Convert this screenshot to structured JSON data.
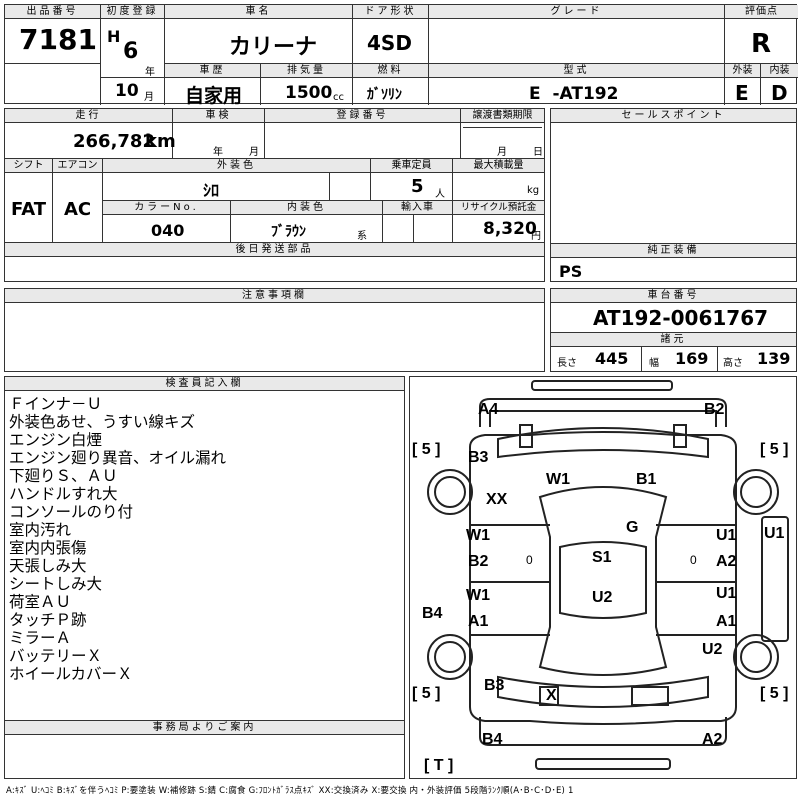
{
  "header": {
    "lot_label": "出品番号",
    "lot_value": "7181",
    "reg_label": "初度登録",
    "era": "H",
    "year": "6",
    "year_unit": "年",
    "month": "10",
    "month_unit": "月",
    "name_label": "車名",
    "name_value": "カリーナ",
    "door_label": "ドア形状",
    "door_value": "4SD",
    "grade_label": "グレード",
    "grade_value": "",
    "score_label": "評価点",
    "score_value": "R",
    "history_label": "車歴",
    "history_value": "自家用",
    "disp_label": "排気量",
    "disp_value": "1500",
    "disp_unit": "cc",
    "fuel_label": "燃料",
    "fuel_value": "ｶﾞｿﾘﾝ",
    "model_label": "型式",
    "model_value": "E  -AT192",
    "ext_label": "外装",
    "ext_value": "E",
    "int_label": "内装",
    "int_value": "D"
  },
  "row2": {
    "mileage_label": "走行",
    "mileage_value": "266,782",
    "mileage_unit": "km",
    "inspect_label": "車検",
    "inspect_year": "年",
    "inspect_month": "月",
    "regno_label": "登録番号",
    "regno_value": "",
    "transfer_label": "譲渡書類期限",
    "transfer_month": "月",
    "transfer_day": "日",
    "shift_label": "シフト",
    "shift_value": "FAT",
    "ac_label": "エアコン",
    "ac_value": "AC",
    "color_label": "外装色",
    "color_value": "ｼﾛ",
    "seats_label": "乗車定員",
    "seats_value": "5",
    "seats_unit": "人",
    "load_label": "最大積載量",
    "load_unit": "kg",
    "colorno_label": "カラーNo.",
    "colorno_value": "040",
    "intcolor_label": "内装色",
    "intcolor_value": "ﾌﾞﾗｳﾝ",
    "intcolor_unit": "系",
    "import_label": "輸入車",
    "recycle_label": "リサイクル預託金",
    "recycle_value": "8,320",
    "recycle_unit": "円",
    "later_label": "後日発送部品",
    "sales_label": "セールスポイント",
    "equip_label": "純正装備",
    "equip_value": "PS"
  },
  "row3": {
    "caution_label": "注意事項欄",
    "chassis_label": "車台番号",
    "chassis_value": "AT192-0061767",
    "dim_label": "諸元",
    "len_label": "長さ",
    "len_value": "445",
    "wid_label": "幅",
    "wid_value": "169",
    "hgt_label": "高さ",
    "hgt_value": "139"
  },
  "inspector": {
    "label": "検査員記入欄",
    "notes": [
      "Ｆインナ－Ｕ",
      "外装色あせ、うすい線キズ",
      "エンジン白煙",
      "エンジン廻り異音、オイル漏れ",
      "下廻りＳ、ＡＵ",
      "ハンドルすれ大",
      "コンソールのり付",
      "室内汚れ",
      "室内内張傷",
      "天張しみ大",
      "シートしみ大",
      "荷室ＡＵ",
      "タッチＰ跡",
      "ミラーＡ",
      "バッテリーＸ",
      "ホイールカバーＸ"
    ],
    "office_label": "事務局よりご案内"
  },
  "diagram": {
    "marks": [
      "A4",
      "B2",
      "[ 5 ]",
      "[ 5 ]",
      "B3",
      "W1",
      "B1",
      "XX",
      "G",
      "W1",
      "B2",
      "0",
      "S1",
      "U1",
      "A2",
      "0",
      "U1",
      "W1",
      "A1",
      "U2",
      "U1",
      "A1",
      "B4",
      "U2",
      "[ 5 ]",
      "[ 5 ]",
      "B3",
      "X",
      "B4",
      "A2",
      "[ T ]"
    ]
  },
  "legend": "A:ｷｽﾞ U:ﾍｺﾐ B:ｷｽﾞを伴うﾍｺﾐ P:要塗装 W:補修跡 S:錆 C:腐食 G:ﾌﾛﾝﾄｶﾞﾗｽ点ｷｽﾞ XX:交換済み X:要交換  内・外装評価 5段階ﾗﾝｸ順(A･B･C･D･E) 1"
}
